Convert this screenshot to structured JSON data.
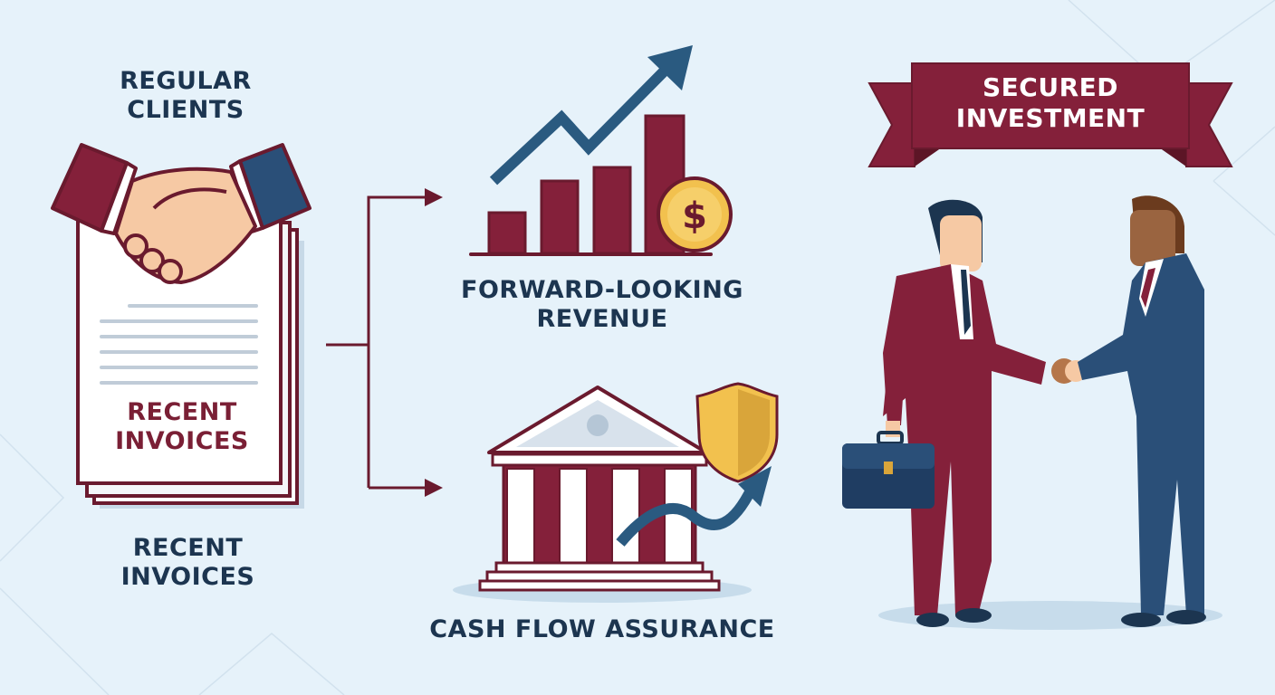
{
  "colors": {
    "background": "#e6f2fa",
    "maroon": "#84203a",
    "maroon_dark": "#6a1a2e",
    "navy": "#1c3550",
    "blue_suit": "#2a4f78",
    "gold": "#f2c14e",
    "text_dark": "#1c3550"
  },
  "left_panel": {
    "title_line1": "REGULAR",
    "title_line2": "CLIENTS",
    "document_label_line1": "RECENT",
    "document_label_line2": "INVOICES",
    "caption_line1": "RECENT",
    "caption_line2": "INVOICES",
    "icons": [
      "handshake-icon",
      "invoice-stack-icon"
    ]
  },
  "connector": {
    "icons": [
      "branch-arrow-icon"
    ]
  },
  "middle_panel": {
    "top": {
      "label_line1": "FORWARD-LOOKING",
      "label_line2": "REVENUE",
      "icons": [
        "bar-chart-icon",
        "trend-arrow-icon",
        "dollar-coin-icon"
      ],
      "coin_symbol": "$"
    },
    "bottom": {
      "label": "CASH FLOW ASSURANCE",
      "icons": [
        "bank-building-icon",
        "shield-icon",
        "curved-arrow-icon"
      ]
    }
  },
  "right_panel": {
    "banner_line1": "SECURED",
    "banner_line2": "INVESTMENT",
    "icons": [
      "ribbon-banner-icon",
      "businessmen-handshake-icon",
      "briefcase-icon"
    ]
  }
}
